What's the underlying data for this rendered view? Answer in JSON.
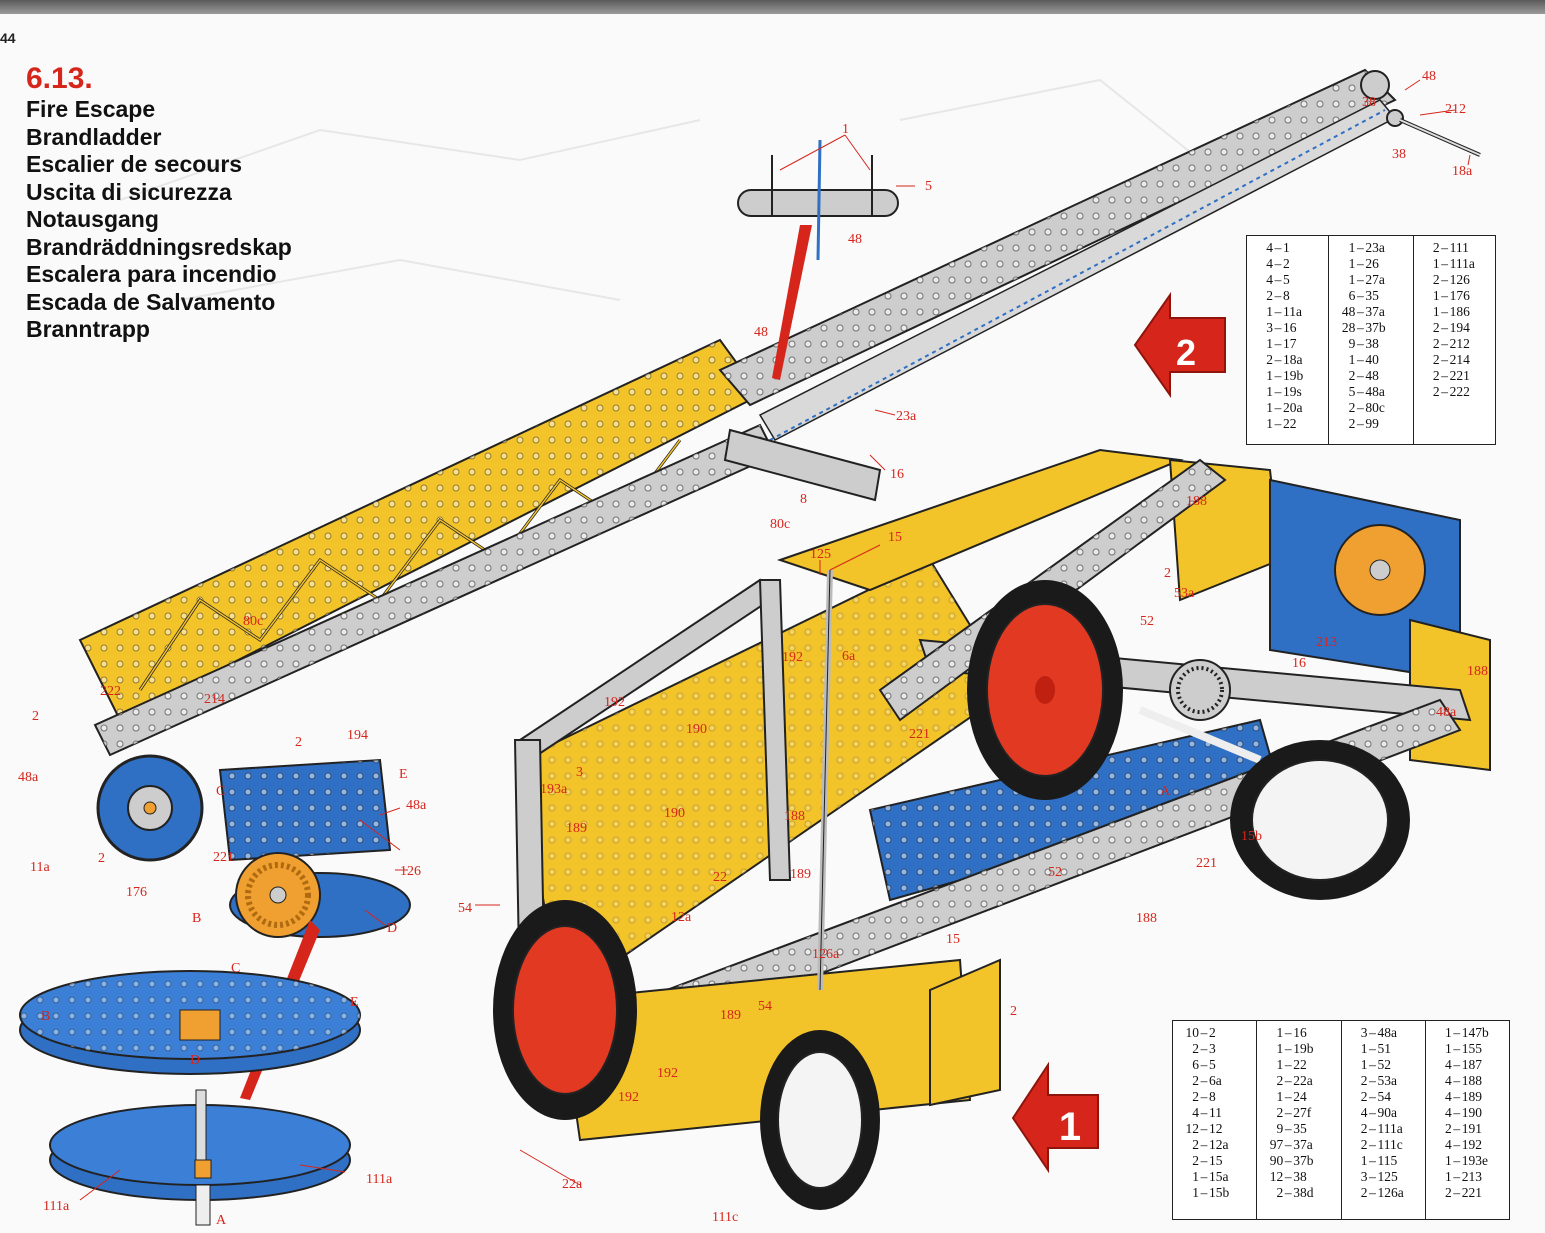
{
  "page": {
    "number": "44"
  },
  "title": {
    "number": "6.13.",
    "lines": [
      "Fire Escape",
      "Brandladder",
      "Escalier de secours",
      "Uscita di sicurezza",
      "Notausgang",
      "Brandräddningsredskap",
      "Escalera para incendio",
      "Escada de Salvamento",
      "Branntrapp"
    ]
  },
  "steps": {
    "one": "1",
    "two": "2"
  },
  "parts_table_2": [
    [
      {
        "q": "4",
        "p": "1"
      },
      {
        "q": "4",
        "p": "2"
      },
      {
        "q": "4",
        "p": "5"
      },
      {
        "q": "2",
        "p": "8"
      },
      {
        "q": "1",
        "p": "11a"
      },
      {
        "q": "3",
        "p": "16"
      },
      {
        "q": "1",
        "p": "17"
      },
      {
        "q": "2",
        "p": "18a"
      },
      {
        "q": "1",
        "p": "19b"
      },
      {
        "q": "1",
        "p": "19s"
      },
      {
        "q": "1",
        "p": "20a"
      },
      {
        "q": "1",
        "p": "22"
      }
    ],
    [
      {
        "q": "1",
        "p": "23a"
      },
      {
        "q": "1",
        "p": "26"
      },
      {
        "q": "1",
        "p": "27a"
      },
      {
        "q": "6",
        "p": "35"
      },
      {
        "q": "48",
        "p": "37a"
      },
      {
        "q": "28",
        "p": "37b"
      },
      {
        "q": "9",
        "p": "38"
      },
      {
        "q": "1",
        "p": "40"
      },
      {
        "q": "2",
        "p": "48"
      },
      {
        "q": "5",
        "p": "48a"
      },
      {
        "q": "2",
        "p": "80c"
      },
      {
        "q": "2",
        "p": "99"
      }
    ],
    [
      {
        "q": "2",
        "p": "111"
      },
      {
        "q": "1",
        "p": "111a"
      },
      {
        "q": "2",
        "p": "126"
      },
      {
        "q": "1",
        "p": "176"
      },
      {
        "q": "1",
        "p": "186"
      },
      {
        "q": "2",
        "p": "194"
      },
      {
        "q": "2",
        "p": "212"
      },
      {
        "q": "2",
        "p": "214"
      },
      {
        "q": "2",
        "p": "221"
      },
      {
        "q": "2",
        "p": "222"
      }
    ]
  ],
  "parts_table_1": [
    [
      {
        "q": "10",
        "p": "2"
      },
      {
        "q": "2",
        "p": "3"
      },
      {
        "q": "6",
        "p": "5"
      },
      {
        "q": "2",
        "p": "6a"
      },
      {
        "q": "2",
        "p": "8"
      },
      {
        "q": "4",
        "p": "11"
      },
      {
        "q": "12",
        "p": "12"
      },
      {
        "q": "2",
        "p": "12a"
      },
      {
        "q": "2",
        "p": "15"
      },
      {
        "q": "1",
        "p": "15a"
      },
      {
        "q": "1",
        "p": "15b"
      }
    ],
    [
      {
        "q": "1",
        "p": "16"
      },
      {
        "q": "1",
        "p": "19b"
      },
      {
        "q": "1",
        "p": "22"
      },
      {
        "q": "2",
        "p": "22a"
      },
      {
        "q": "1",
        "p": "24"
      },
      {
        "q": "2",
        "p": "27f"
      },
      {
        "q": "9",
        "p": "35"
      },
      {
        "q": "97",
        "p": "37a"
      },
      {
        "q": "90",
        "p": "37b"
      },
      {
        "q": "12",
        "p": "38"
      },
      {
        "q": "2",
        "p": "38d"
      }
    ],
    [
      {
        "q": "3",
        "p": "48a"
      },
      {
        "q": "1",
        "p": "51"
      },
      {
        "q": "1",
        "p": "52"
      },
      {
        "q": "2",
        "p": "53a"
      },
      {
        "q": "2",
        "p": "54"
      },
      {
        "q": "4",
        "p": "90a"
      },
      {
        "q": "2",
        "p": "111a"
      },
      {
        "q": "2",
        "p": "111c"
      },
      {
        "q": "1",
        "p": "115"
      },
      {
        "q": "3",
        "p": "125"
      },
      {
        "q": "2",
        "p": "126a"
      }
    ],
    [
      {
        "q": "1",
        "p": "147b"
      },
      {
        "q": "1",
        "p": "155"
      },
      {
        "q": "4",
        "p": "187"
      },
      {
        "q": "4",
        "p": "188"
      },
      {
        "q": "4",
        "p": "189"
      },
      {
        "q": "4",
        "p": "190"
      },
      {
        "q": "2",
        "p": "191"
      },
      {
        "q": "4",
        "p": "192"
      },
      {
        "q": "1",
        "p": "193e"
      },
      {
        "q": "1",
        "p": "213"
      },
      {
        "q": "2",
        "p": "221"
      }
    ]
  ],
  "callouts": {
    "c1": "1",
    "c5": "5",
    "c48_top": "48",
    "c48_lad": "48",
    "c38_a": "38",
    "c38_b": "38",
    "c212": "212",
    "c18a": "18a",
    "c23a": "23a",
    "c16_a": "16",
    "c8": "8",
    "c80c_a": "80c",
    "c80c_b": "80c",
    "c15": "15",
    "c125": "125",
    "c188_a": "188",
    "c188_b": "188",
    "c188_c": "188",
    "c2_a": "2",
    "c2_b": "2",
    "c2_c": "2",
    "c2_d": "2",
    "c53a": "53a",
    "c52_a": "52",
    "c52_b": "52",
    "c16_b": "16",
    "c213": "213",
    "c48a_a": "48a",
    "c48a_b": "48a",
    "c48a_c": "48a",
    "c222": "222",
    "c214": "214",
    "c194": "194",
    "cE_a": "E",
    "cC_a": "C",
    "c11a": "11a",
    "c176": "176",
    "c221_a": "221",
    "c221_b": "221",
    "c221_c": "221",
    "c126": "126",
    "cB_a": "B",
    "cD_a": "D",
    "c192_a": "192",
    "c192_b": "192",
    "c192_c": "192",
    "c192_d": "192",
    "c190_a": "190",
    "c190_b": "190",
    "c193a": "193a",
    "c189_a": "189",
    "c189_b": "189",
    "c189_c": "189",
    "c189_d": "189",
    "c6a": "6a",
    "c3": "3",
    "c54_a": "54",
    "c54_b": "54",
    "c12a": "12a",
    "c22": "22",
    "c126a": "126a",
    "c15_b": "15",
    "c15b": "15b",
    "cA_a": "A",
    "c22a": "22a",
    "c111c": "111c",
    "c111a_a": "111a",
    "c111a_b": "111a",
    "cB_b": "B",
    "cC_b": "C",
    "cE_b": "E",
    "cD_b": "D",
    "cA_b": "A"
  },
  "colors": {
    "red": "#d6261c",
    "yellow": "#f3c32a",
    "blue": "#2f6fc4",
    "silver": "#cdcdcd",
    "dark": "#222222",
    "wheel_red": "#e23a22",
    "orange": "#f0a030"
  }
}
